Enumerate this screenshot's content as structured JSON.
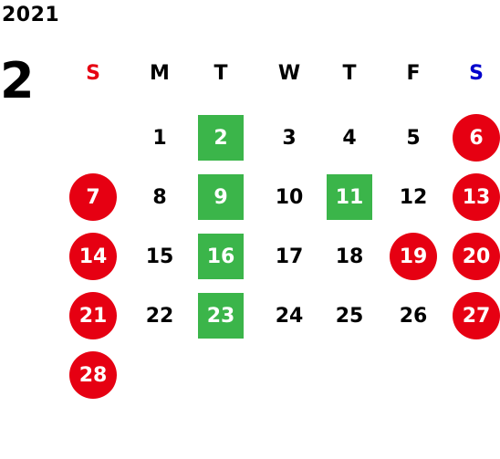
{
  "calendar": {
    "year": "2021",
    "month": "2",
    "weekdays": [
      {
        "label": "S",
        "color": "#e60012"
      },
      {
        "label": "M",
        "color": "#000000"
      },
      {
        "label": "T",
        "color": "#000000"
      },
      {
        "label": "W",
        "color": "#000000"
      },
      {
        "label": "T",
        "color": "#000000"
      },
      {
        "label": "F",
        "color": "#000000"
      },
      {
        "label": "S",
        "color": "#0000cc"
      }
    ],
    "days": [
      {
        "day": "1",
        "style": "normal"
      },
      {
        "day": "2",
        "style": "highlight"
      },
      {
        "day": "3",
        "style": "normal"
      },
      {
        "day": "4",
        "style": "normal"
      },
      {
        "day": "5",
        "style": "normal"
      },
      {
        "day": "6",
        "style": "holiday"
      },
      {
        "day": "7",
        "style": "holiday"
      },
      {
        "day": "8",
        "style": "normal"
      },
      {
        "day": "9",
        "style": "highlight"
      },
      {
        "day": "10",
        "style": "normal"
      },
      {
        "day": "11",
        "style": "highlight"
      },
      {
        "day": "12",
        "style": "normal"
      },
      {
        "day": "13",
        "style": "holiday"
      },
      {
        "day": "14",
        "style": "holiday"
      },
      {
        "day": "15",
        "style": "normal"
      },
      {
        "day": "16",
        "style": "highlight"
      },
      {
        "day": "17",
        "style": "normal"
      },
      {
        "day": "18",
        "style": "normal"
      },
      {
        "day": "19",
        "style": "holiday"
      },
      {
        "day": "20",
        "style": "holiday"
      },
      {
        "day": "21",
        "style": "holiday"
      },
      {
        "day": "22",
        "style": "normal"
      },
      {
        "day": "23",
        "style": "highlight"
      },
      {
        "day": "24",
        "style": "normal"
      },
      {
        "day": "25",
        "style": "normal"
      },
      {
        "day": "26",
        "style": "normal"
      },
      {
        "day": "27",
        "style": "holiday"
      },
      {
        "day": "28",
        "style": "holiday"
      }
    ],
    "first_weekday_index": 1,
    "colors": {
      "holiday": "#e60012",
      "highlight": "#3bb54a",
      "sunday_header": "#e60012",
      "saturday_header": "#0000cc"
    }
  }
}
